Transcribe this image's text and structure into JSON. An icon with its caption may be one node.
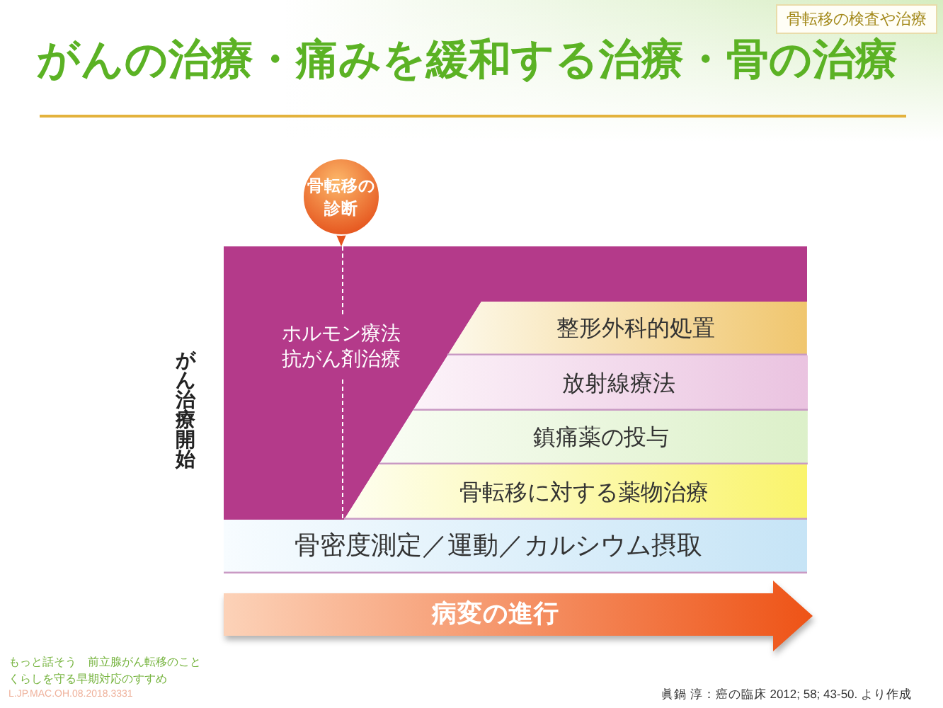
{
  "diagram": {
    "title": "がんの治療・痛みを緩和する治療・骨の治療",
    "nodes": [
      {
        "text": [
          "骨転移の診断"
        ]
      },
      {
        "text": [
          "ホルモン療法",
          "抗がん剤治療"
        ]
      },
      {
        "text": [
          "整形外科的処置"
        ]
      },
      {
        "text": [
          "放射線療法"
        ]
      },
      {
        "text": [
          "鎮痛薬の投与"
        ]
      },
      {
        "text": [
          "骨転移に対する薬物治療"
        ]
      },
      {
        "text": [
          "骨密度測定／運動／カルシウム摂取"
        ]
      },
      {
        "text": [
          "病変の進行"
        ]
      }
    ],
    "labels": [
      "骨転移の検査や治療",
      "がん治療開始",
      "もっと話そう　前立腺がん転移のこと",
      "くらしを守る早期対応のすすめ",
      "L.JP.MAC.OH.08.2018.3331",
      "眞鍋 淳：癌の臨床 2012; 58; 43-50. より作成"
    ]
  }
}
